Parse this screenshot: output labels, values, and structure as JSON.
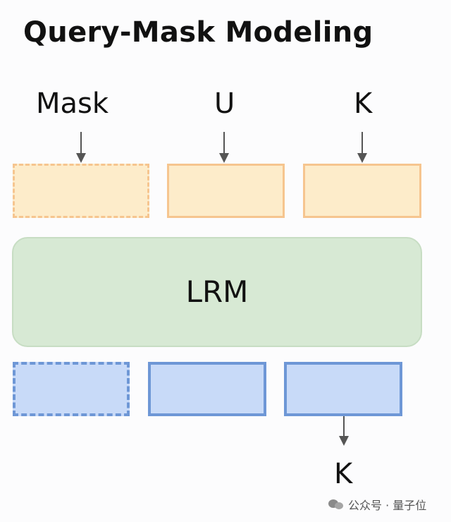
{
  "diagram": {
    "title": "Query-Mask Modeling",
    "inputs": {
      "mask_label": "Mask",
      "u_label": "U",
      "k_label": "K"
    },
    "model_label": "LRM",
    "output_label": "K",
    "watermark": "公众号 · 量子位",
    "colors": {
      "input_fill": "#fdecca",
      "input_border": "#f6c58f",
      "model_fill": "#d7e9d4",
      "output_fill": "#c8daf8",
      "output_border": "#6e97d6",
      "arrow": "#555555"
    },
    "icons": [
      "down-arrow-icon",
      "wechat-logo-icon"
    ]
  }
}
